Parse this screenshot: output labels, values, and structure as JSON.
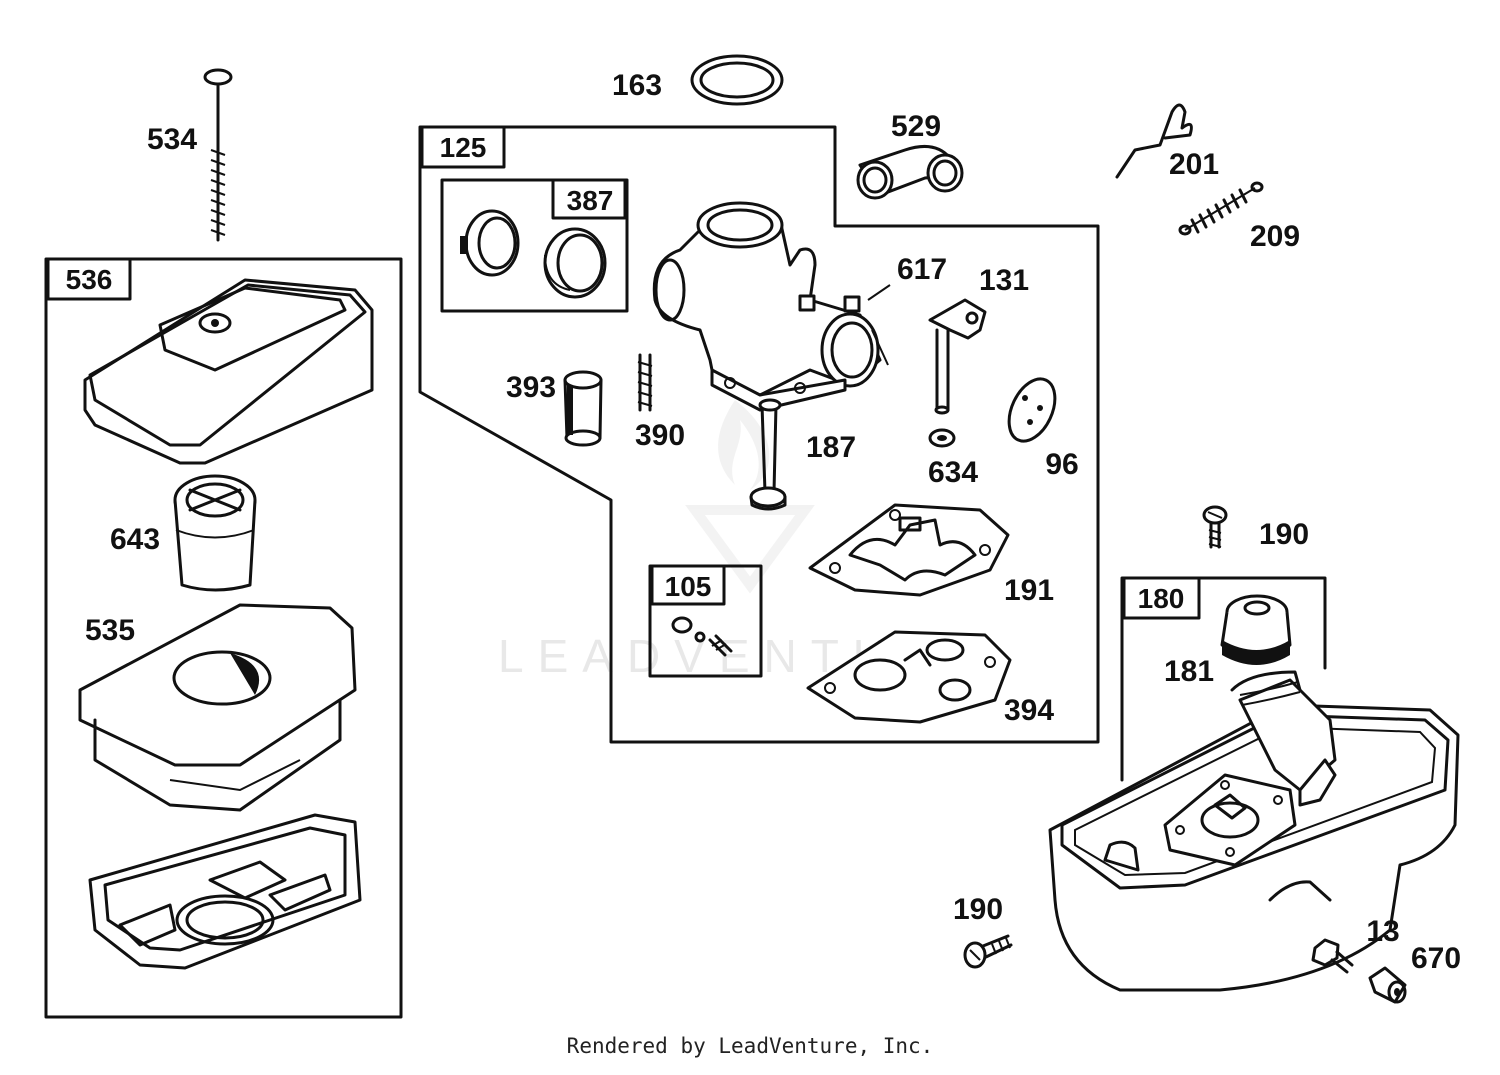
{
  "kits": {
    "k536": "536",
    "k125": "125",
    "k387": "387",
    "k105": "105",
    "k180": "180"
  },
  "parts": {
    "p534": "534",
    "p643": "643",
    "p535": "535",
    "p163": "163",
    "p529": "529",
    "p201": "201",
    "p209": "209",
    "p617": "617",
    "p131": "131",
    "p393": "393",
    "p390": "390",
    "p187": "187",
    "p634": "634",
    "p96": "96",
    "p190a": "190",
    "p191": "191",
    "p394": "394",
    "p181": "181",
    "p190b": "190",
    "p13": "13",
    "p670": "670"
  },
  "watermark": "LEADVENTURE",
  "footer": "Rendered by LeadVenture, Inc."
}
